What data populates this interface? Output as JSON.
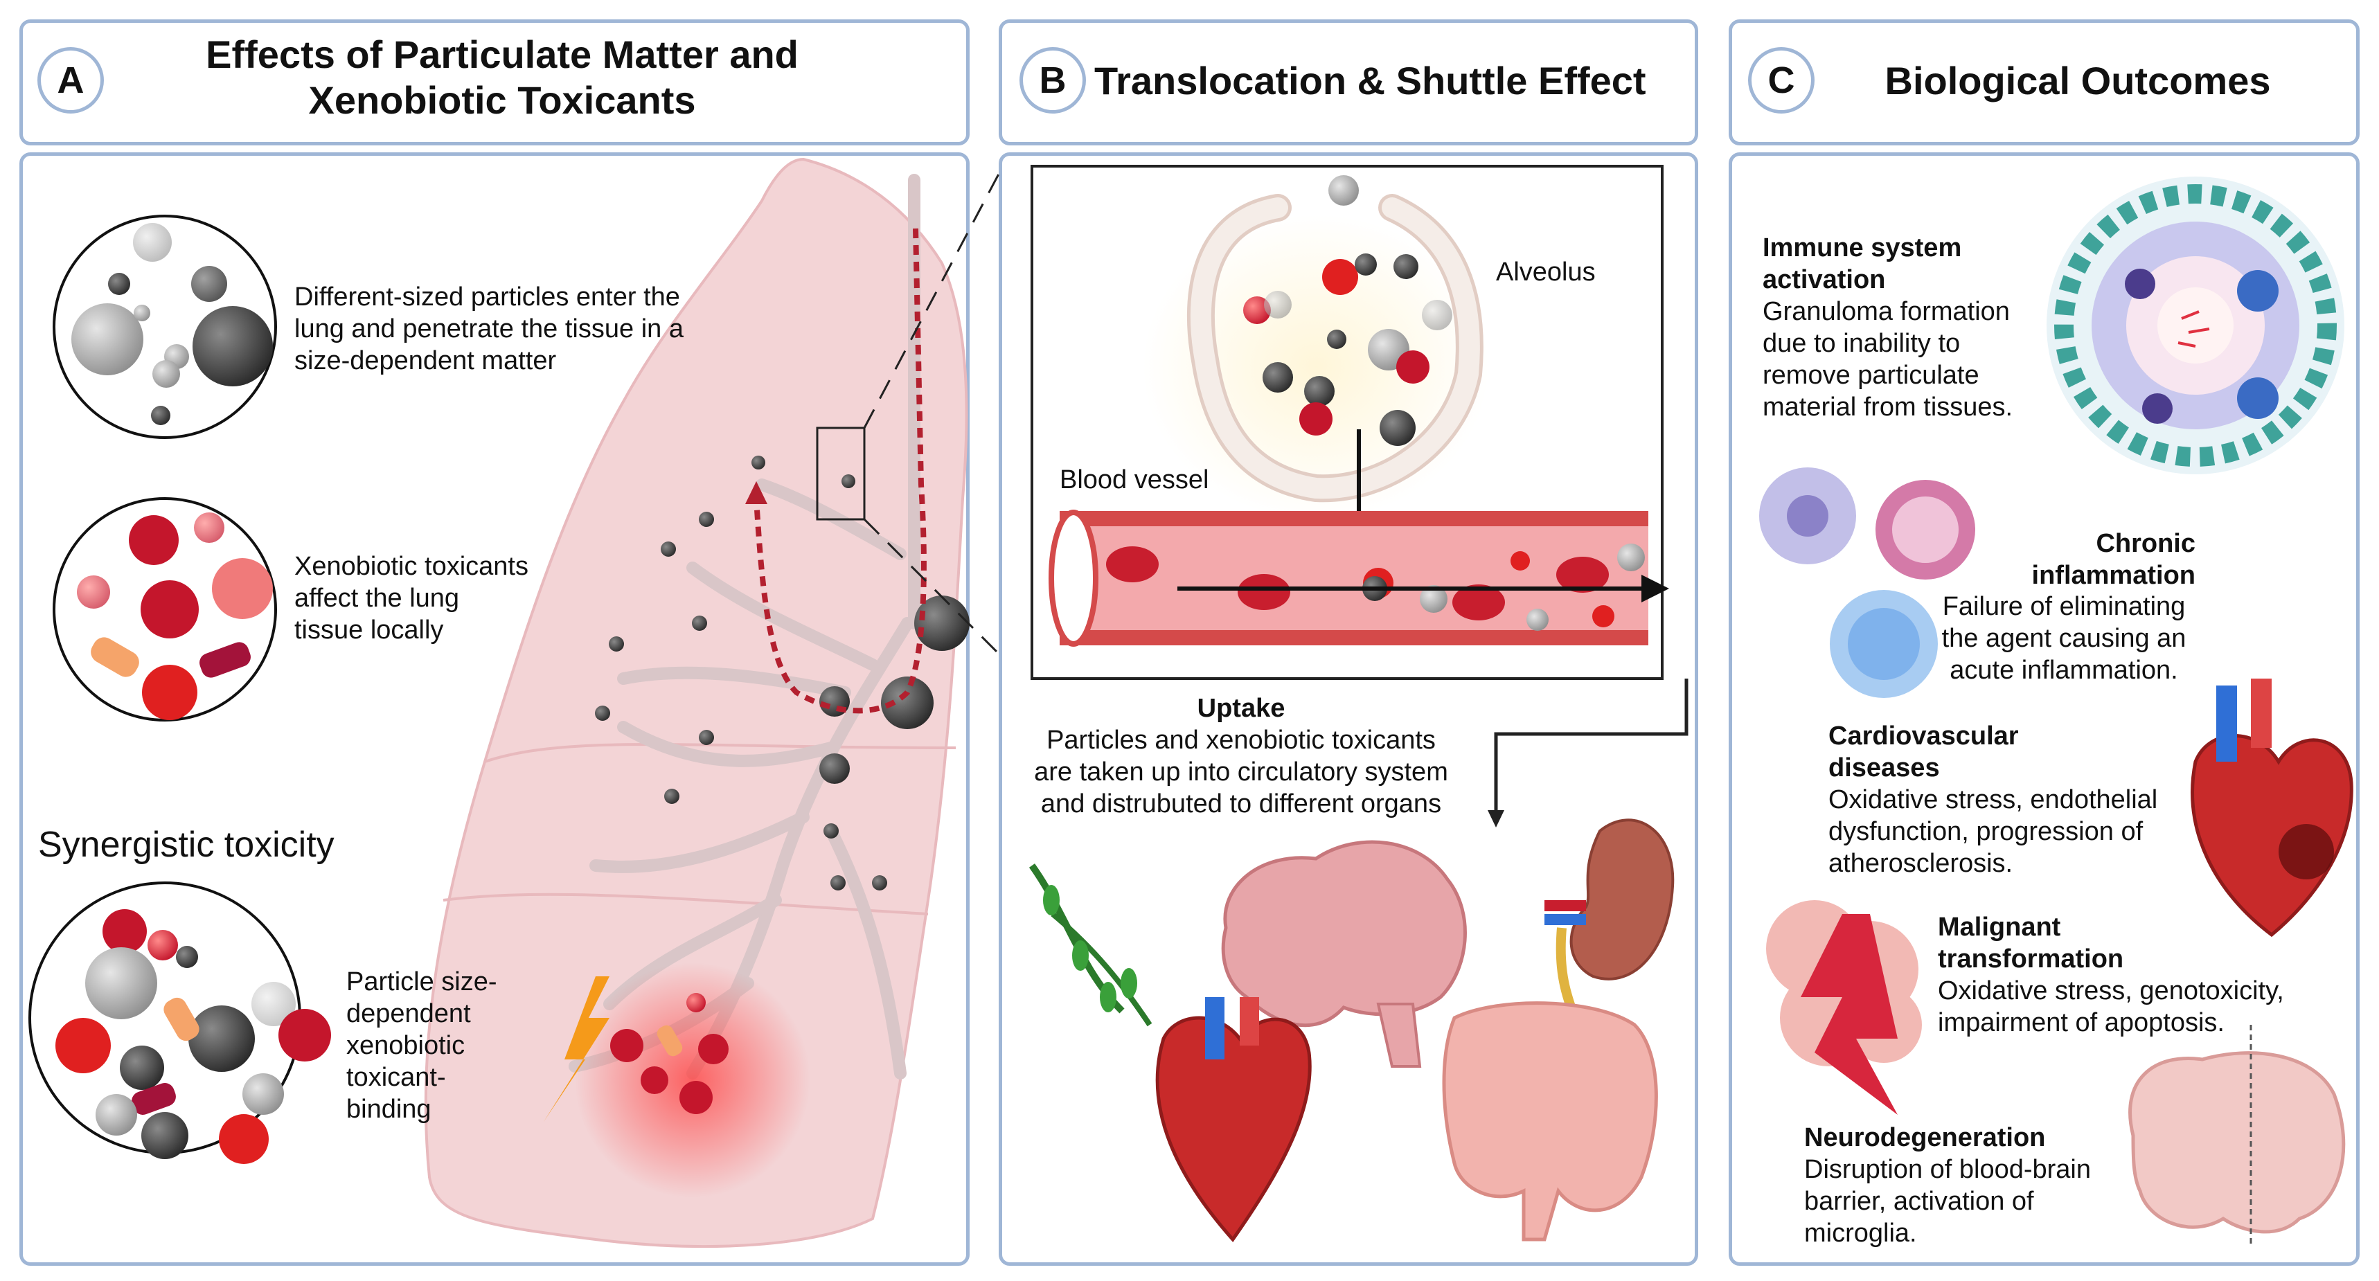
{
  "panelA": {
    "badge": "A",
    "title_line1": "Effects of Particulate Matter and",
    "title_line2": "Xenobiotic Toxicants",
    "text1_l1": "Different-sized particles enter the",
    "text1_l2": "lung and penetrate the tissue in a",
    "text1_l3": "size-dependent matter",
    "text2_l1": "Xenobiotic toxicants",
    "text2_l2": "affect the lung",
    "text2_l3": "tissue locally",
    "synergy": "Synergistic toxicity",
    "text3_l1": "Particle size-",
    "text3_l2": "dependent",
    "text3_l3": "xenobiotic",
    "text3_l4": "toxicant-",
    "text3_l5": "binding"
  },
  "panelB": {
    "badge": "B",
    "title": "Translocation & Shuttle Effect",
    "alveolus": "Alveolus",
    "blood_vessel": "Blood vessel",
    "uptake_title": "Uptake",
    "uptake_l1": "Particles and xenobiotic toxicants",
    "uptake_l2": "are taken up into circulatory system",
    "uptake_l3": "and distrubuted to different organs"
  },
  "panelC": {
    "badge": "C",
    "title": "Biological Outcomes",
    "immune_t1": "Immune system",
    "immune_t2": "activation",
    "immune_l1": "Granuloma formation",
    "immune_l2": "due to inability to",
    "immune_l3": "remove particulate",
    "immune_l4": "material from tissues.",
    "chronic_t1": "Chronic",
    "chronic_t2": "inflammation",
    "chronic_l1": "Failure of eliminating",
    "chronic_l2": "the agent causing an",
    "chronic_l3": "acute inflammation.",
    "cardio_t1": "Cardiovascular",
    "cardio_t2": "diseases",
    "cardio_l1": "Oxidative stress, endothelial",
    "cardio_l2": "dysfunction, progression of",
    "cardio_l3": "atherosclerosis.",
    "malig_t1": "Malignant",
    "malig_t2": "transformation",
    "malig_l1": "Oxidative stress, genotoxicity,",
    "malig_l2": "impairment of apoptosis.",
    "neuro_t": "Neurodegeneration",
    "neuro_l1": "Disruption of blood-brain",
    "neuro_l2": "barrier, activation of",
    "neuro_l3": "microglia."
  },
  "colors": {
    "panel_border": "#9fb6d6",
    "lung_pink": "#f3d4d6",
    "toxicant_red": "#d7263d",
    "particle_grey": "#8a8a8a",
    "vessel_red": "#e85a5a"
  }
}
